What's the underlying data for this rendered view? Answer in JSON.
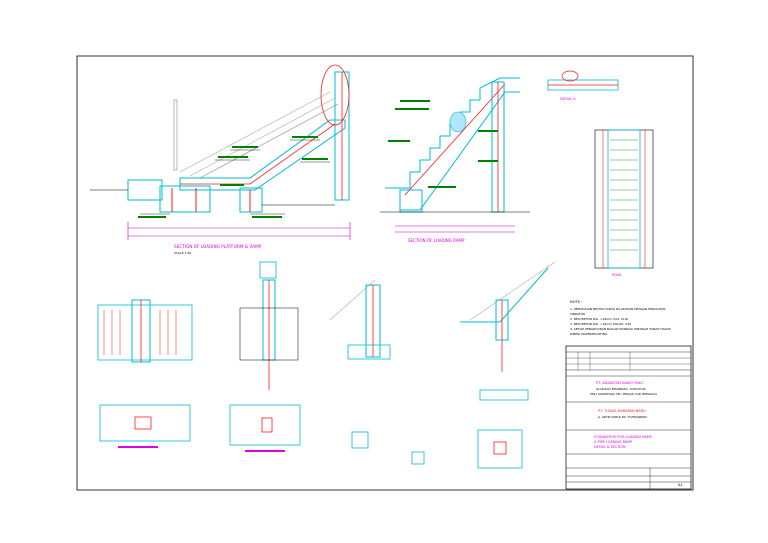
{
  "drawing": {
    "section_main_title": "SECTION OF LOADING PLATFORM & RAMP",
    "section_ramp_title": "SECTION OF LOADING RAMP",
    "detail_a_title": "DETAIL A",
    "plan_title": "PLAN",
    "scale_label": "SCALE 1:50"
  },
  "notes": {
    "heading": "NOTE :",
    "lines": [
      "1. PEMADATAN BETON HARUS DILAKUKAN DENGAN PERALATAN",
      "   VIBRATOR",
      "2. BESI BETON DIA. <16mm U24, ULIR",
      "3. BESI BETON DIA. >16mm POLOS, U40",
      "4. SETIAP PENGECORAN BAGIAN PONDASI DIBAWAH TANAH HARUS",
      "   DIBERI WATERPROOFING"
    ]
  },
  "title_block": {
    "owner": "PT. ADJANTAN SAWIT RIAU",
    "owner_addr_1": "JALAN RAYA PEKANBARU - DURI KM 96",
    "owner_addr_2": "DESA SIAPAREGAN, KEC. PINGGIR, KAB. BENGKALIS",
    "contractor": "PT. TUNAS HARAPAN BARU",
    "contractor_addr": "JL. ARIFIN AHMAD NO. 35 PEKANBARU",
    "title_1": "FOUNDATION FOR LOADING RAMP",
    "title_2": "& PIPE LOADING RAMP",
    "title_3": "DETAIL & SECTION",
    "sheet_no": "A1"
  },
  "colors": {
    "background": "#ffffff",
    "frame": "#000000",
    "concrete": "#00bcd4",
    "rebar": "#ff1a1a",
    "dimension": "#c000c0",
    "label": "#008000",
    "title": "#e000e0"
  }
}
